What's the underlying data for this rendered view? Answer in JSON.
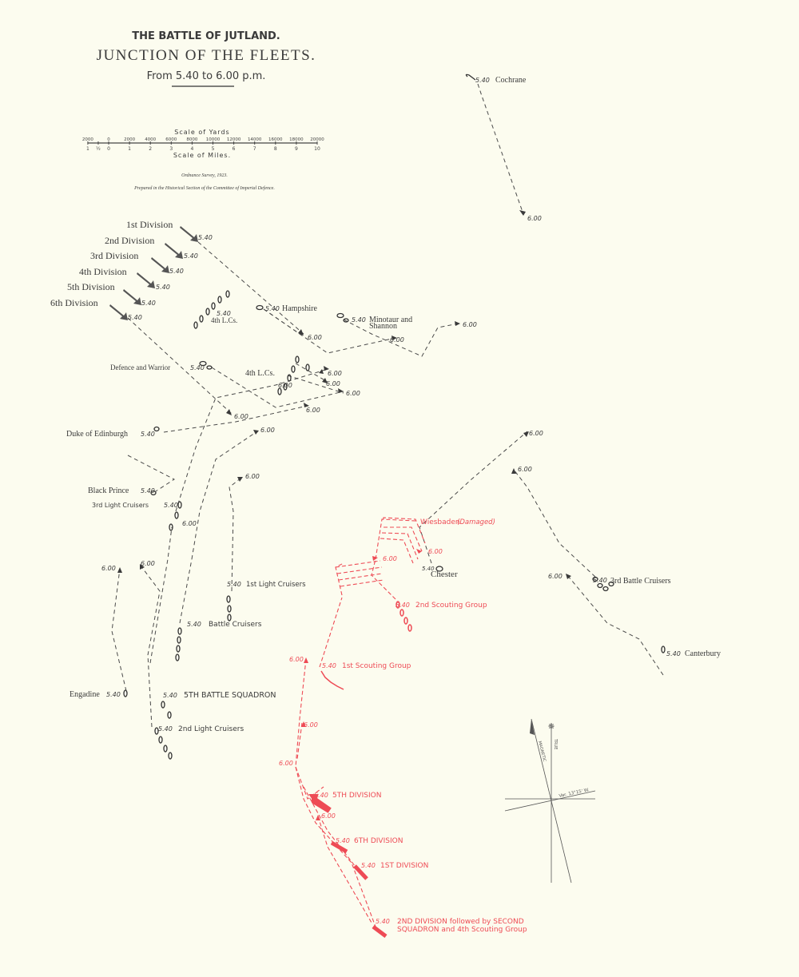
{
  "title": {
    "line1": "THE BATTLE OF JUTLAND.",
    "line2": "JUNCTION OF THE FLEETS.",
    "line3": "From 5.40 to 6.00 p.m."
  },
  "scale": {
    "yards_label": "Scale of Yards",
    "miles_label": "Scale of Miles.",
    "yards_ticks": [
      "2000",
      "0",
      "2000",
      "4000",
      "6000",
      "8000",
      "10000",
      "12000",
      "14000",
      "16000",
      "18000",
      "20000"
    ],
    "miles_ticks": [
      "1",
      "½",
      "0",
      "1",
      "2",
      "3",
      "4",
      "5",
      "6",
      "7",
      "8",
      "9",
      "10"
    ]
  },
  "credits": {
    "survey": "Ordnance Survey, 1923.",
    "prepared": "Prepared in the Historical Section of the Committee of Imperial Defence."
  },
  "times": {
    "start": "5.40",
    "end": "6.00"
  },
  "british": {
    "cochrane": "Cochrane",
    "div1": "1st Division",
    "div2": "2nd Division",
    "div3": "3rd Division",
    "div4": "4th Division",
    "div5": "5th Division",
    "div6": "6th Division",
    "lcs4": "4th L.Cs.",
    "hampshire": "Hampshire",
    "minotaur": "Minotaur and",
    "shannon": "Shannon",
    "defence": "Defence and Warrior",
    "duke": "Duke of Edinburgh",
    "black_prince": "Black Prince",
    "lc3": "3rd Light Cruisers",
    "lc1": "1st Light Cruisers",
    "battle_cruisers": "Battle Cruisers",
    "engadine": "Engadine",
    "bs5": "5TH BATTLE SQUADRON",
    "lc2": "2nd Light Cruisers",
    "chester": "Chester",
    "bc3": "3rd Battle Cruisers",
    "canterbury": "Canterbury"
  },
  "german": {
    "wiesbaden": "Wiesbaden",
    "damaged": "(Damaged)",
    "sg2": "2nd Scouting Group",
    "sg1": "1st Scouting Group",
    "div5": "5TH DIVISION",
    "div6": "6TH DIVISION",
    "div1": "1ST DIVISION",
    "div2a": "2ND DIVISION followed by SECOND",
    "div2b": "SQUADRON and 4th Scouting Group"
  },
  "compass": {
    "true_label": "TRUE",
    "magnetic_label": "MAGNETIC",
    "variation": "Var. 13°15' W."
  },
  "colors": {
    "british": "#3a3a3a",
    "german": "#ee4b55",
    "paper": "#fcfcef"
  }
}
